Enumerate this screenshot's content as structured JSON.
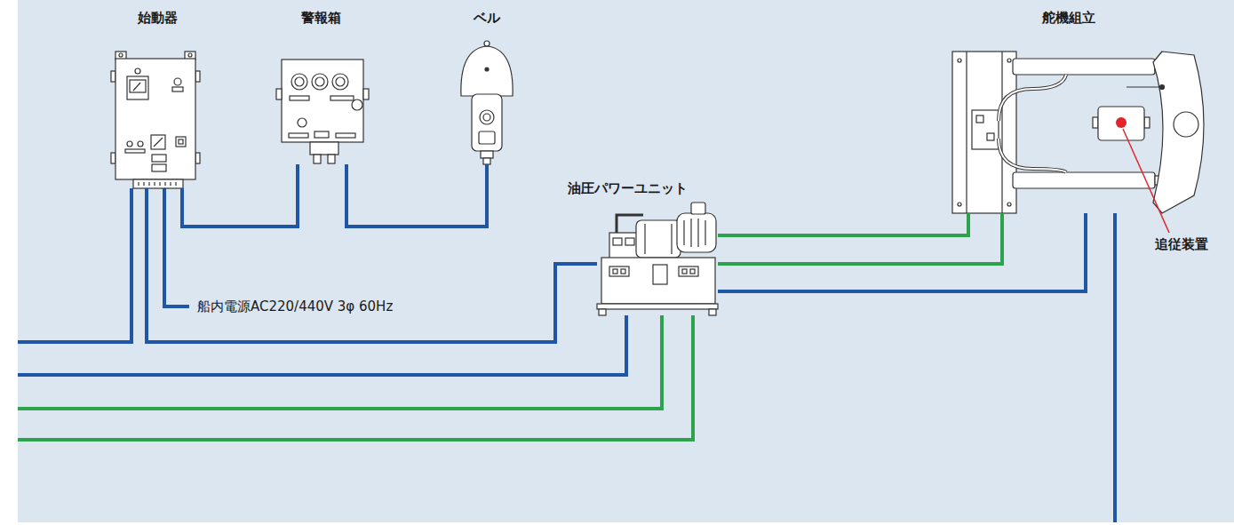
{
  "diagram": {
    "nodes": [
      {
        "text": [
          "始動器"
        ]
      },
      {
        "text": [
          "警報箱"
        ]
      },
      {
        "text": [
          "ベル"
        ]
      },
      {
        "text": [
          "油圧パワーユニット"
        ]
      },
      {
        "text": [
          "舵機組立"
        ]
      }
    ],
    "edges": [
      {
        "from": 0,
        "to": 1,
        "arrow": "none"
      },
      {
        "from": 1,
        "to": 2,
        "arrow": "none"
      },
      {
        "from": 0,
        "to": 3,
        "arrow": "none"
      },
      {
        "from": 3,
        "to": 4,
        "arrow": "none"
      },
      {
        "from": 3,
        "to": 4,
        "arrow": "none"
      },
      {
        "from": 3,
        "to": 4,
        "arrow": "none"
      }
    ],
    "labels": [
      "船内電源AC220/440V 3φ 60Hz",
      "追従装置"
    ]
  }
}
